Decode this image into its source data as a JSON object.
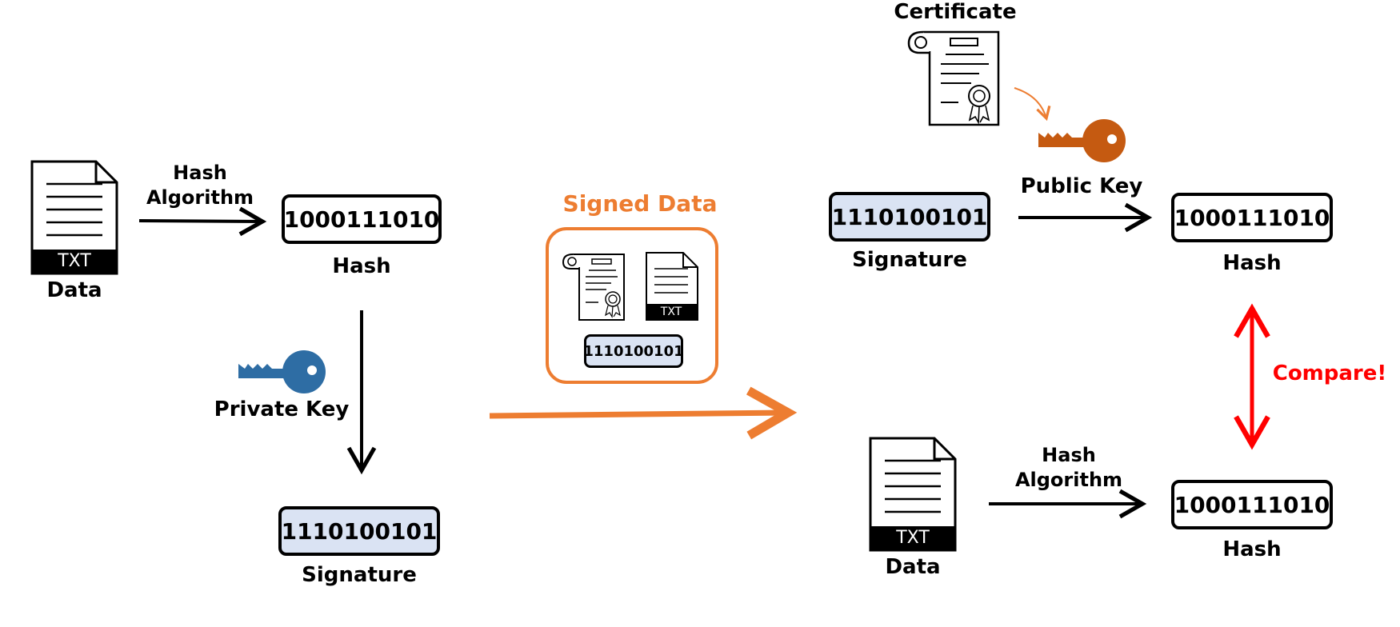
{
  "sign": {
    "data_label": "Data",
    "file_tag": "TXT",
    "hash_algo_line1": "Hash",
    "hash_algo_line2": "Algorithm",
    "hash_value": "1000111010",
    "hash_label": "Hash",
    "private_key_label": "Private Key",
    "signature_value": "1110100101",
    "signature_label": "Signature"
  },
  "signed_data": {
    "title": "Signed Data",
    "file_tag": "TXT",
    "signature_value": "1110100101"
  },
  "verify": {
    "certificate_label": "Certificate",
    "signature_value": "1110100101",
    "signature_label": "Signature",
    "public_key_label": "Public Key",
    "hash_value_top": "1000111010",
    "hash_label_top": "Hash",
    "compare_label": "Compare!",
    "data_label": "Data",
    "file_tag": "TXT",
    "hash_algo_line1": "Hash",
    "hash_algo_line2": "Algorithm",
    "hash_value_bottom": "1000111010",
    "hash_label_bottom": "Hash"
  },
  "colors": {
    "orange": "#ed7d31",
    "private_key": "#2e6da4",
    "public_key": "#c55a11",
    "compare_red": "#ff0000",
    "signature_fill": "#dae3f3"
  },
  "icons": [
    "document-txt-icon",
    "certificate-icon",
    "private-key-icon",
    "public-key-icon"
  ]
}
